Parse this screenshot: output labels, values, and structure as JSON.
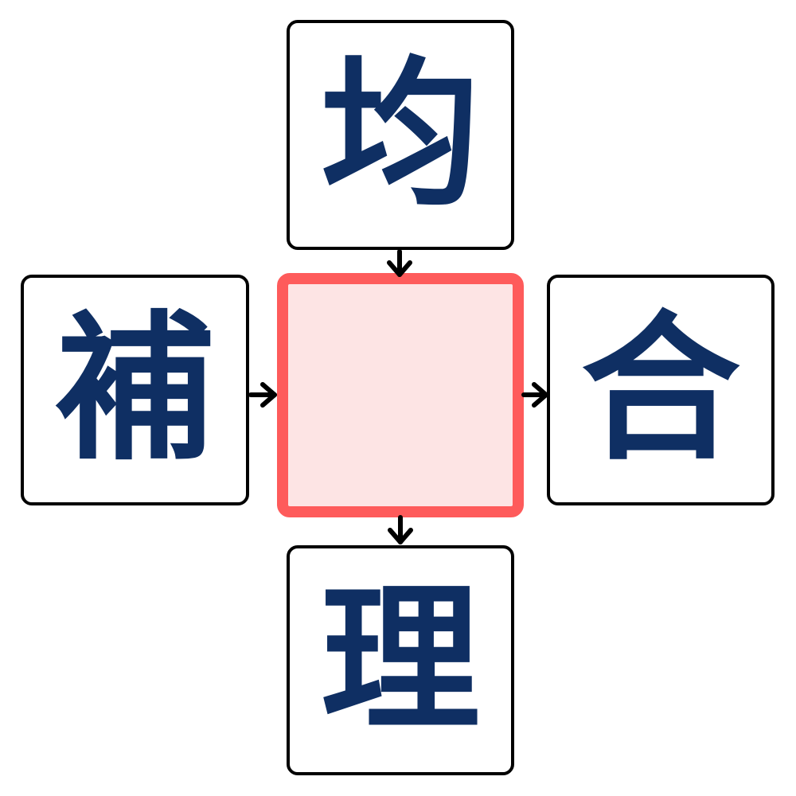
{
  "puzzle": {
    "type": "kanji-crossword",
    "top": {
      "char": "均"
    },
    "left": {
      "char": "補"
    },
    "right": {
      "char": "合"
    },
    "bottom": {
      "char": "理"
    },
    "center": {
      "char": ""
    }
  },
  "colors": {
    "text": "#0f2f63",
    "border": "#000000",
    "center_border": "#fe5b5b",
    "center_fill": "#fde4e4"
  }
}
